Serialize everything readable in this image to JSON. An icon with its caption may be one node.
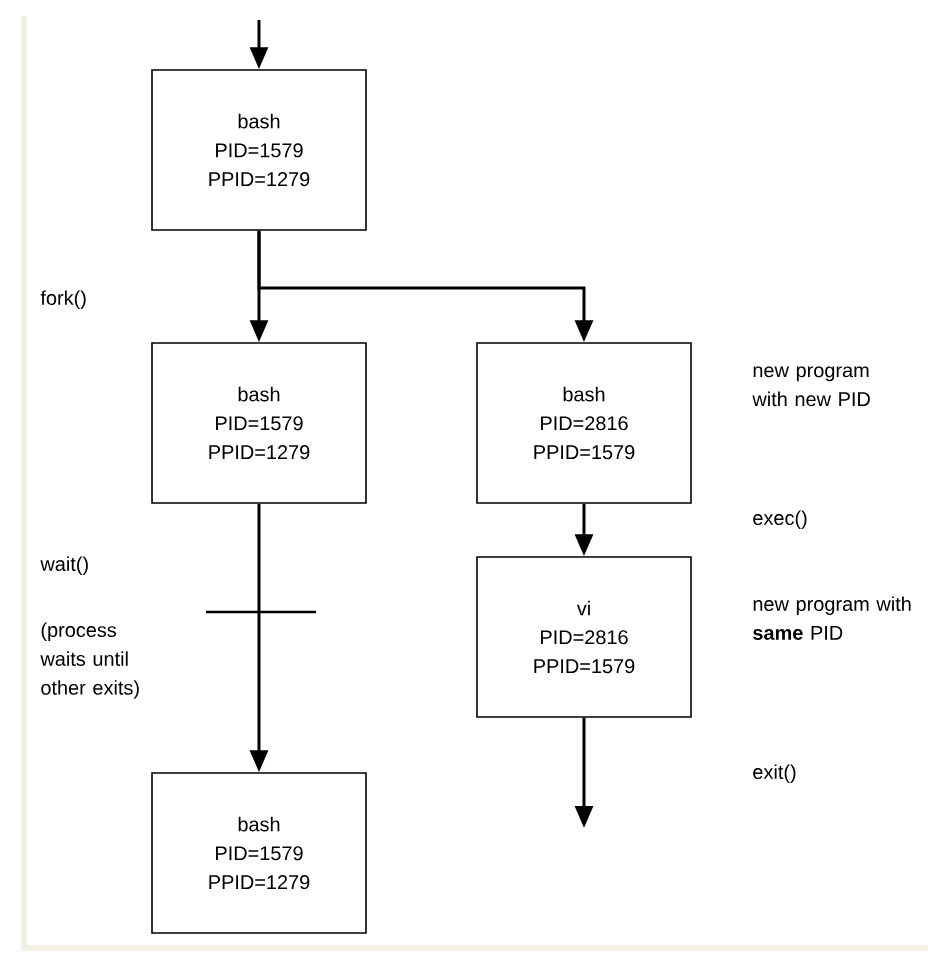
{
  "diagram": {
    "nodes": [
      {
        "text": [
          "bash PID=1579 PPID=1279"
        ]
      },
      {
        "text": [
          "bash PID=1579 PPID=1279"
        ]
      },
      {
        "text": [
          "bash PID=2816 PPID=1579"
        ]
      },
      {
        "text": [
          "vi PID=2816 PPID=1579"
        ]
      },
      {
        "text": [
          "bash PID=1579 PPID=1279"
        ]
      }
    ],
    "edges": [
      {
        "from": null,
        "to": 0,
        "arrow": "to"
      },
      {
        "from": 0,
        "to": 1,
        "arrow": "to"
      },
      {
        "from": 0,
        "to": 2,
        "arrow": "to"
      },
      {
        "from": 1,
        "to": 4,
        "arrow": "to"
      },
      {
        "from": 2,
        "to": 3,
        "arrow": "to"
      },
      {
        "from": 3,
        "to": null,
        "arrow": "to"
      }
    ],
    "labels": [
      "fork()",
      "new program with new PID",
      "exec()",
      "wait()",
      "new program with **same** PID",
      "(process waits until other exits)",
      "exit()"
    ]
  }
}
